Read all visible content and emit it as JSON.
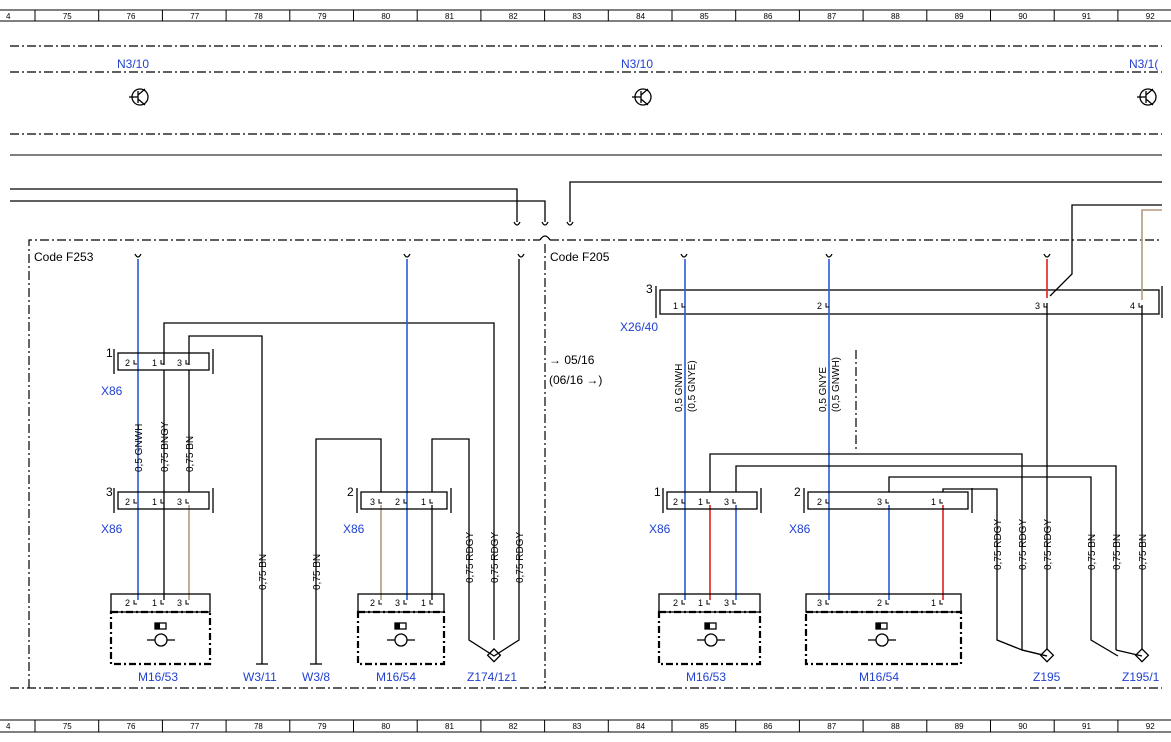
{
  "ruler": {
    "top_left": "4",
    "bottom_left": "4",
    "columns": [
      "75",
      "76",
      "77",
      "78",
      "79",
      "80",
      "81",
      "82",
      "83",
      "84",
      "85",
      "86",
      "87",
      "88",
      "89",
      "90",
      "91",
      "92"
    ]
  },
  "components": {
    "n3_10_a": "N3/10",
    "n3_10_b": "N3/10",
    "n3_10_c": "N3/1(",
    "x86_1": "X86",
    "x86_2": "X86",
    "x86_3": "X86",
    "x86_4": "X86",
    "x86_5": "X86",
    "x26_40": "X26/40",
    "m16_53_a": "M16/53",
    "m16_54_a": "M16/54",
    "m16_53_b": "M16/53",
    "m16_54_b": "M16/54",
    "w3_11": "W3/11",
    "w3_8": "W3/8",
    "z174": "Z174/1z1",
    "z195": "Z195",
    "z195_1": "Z195/1"
  },
  "codes": {
    "left": "Code F253",
    "right": "Code F205",
    "date_a": "→ 05/16",
    "date_b": "(06/16 →)"
  },
  "connector_numbers": {
    "x86_top": "1",
    "x86_mid": "3",
    "x86_c": "2",
    "x86_d": "1",
    "x86_e": "2",
    "x26": "3"
  },
  "wires": {
    "gnwh": "0,5 GNWH",
    "bngy": "0,75 BNGY",
    "bn_a": "0,75 BN",
    "bn_w311": "0,75 BN",
    "bn_w38": "0,75 BN",
    "rdgy_a": "0,75 RDGY",
    "rdgy_b": "0,75 RDGY",
    "rdgy_c": "0,75 RDGY",
    "gnwh_r1": "0,5 GNWH",
    "gnwh_r2": "(0,5 GNYE)",
    "gnye_r1": "0,5 GNYE",
    "gnye_r2": "(0,5 GNWH)",
    "rdgy_r1": "0,75 RDGY",
    "rdgy_r2": "0,75 RDGY",
    "rdgy_r3": "0,75 RDGY",
    "bn_r1": "0,75 BN",
    "bn_r2": "0,75 BN",
    "bn_r3": "0,75 BN"
  },
  "colors": {
    "blue_wire": "#2a5bd7",
    "red_wire": "#e0201c",
    "brown_wire": "#b69a7e",
    "label_blue": "#1f3fd0"
  }
}
